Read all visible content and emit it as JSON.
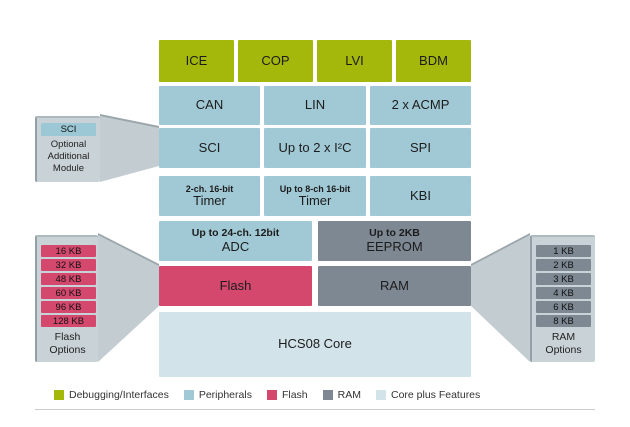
{
  "grid": {
    "row1": [
      "ICE",
      "COP",
      "LVI",
      "BDM"
    ],
    "row2": [
      "CAN",
      "LIN",
      "2 x ACMP"
    ],
    "row3": [
      "SCI",
      "Up to 2 x I²C",
      "SPI"
    ],
    "row4": [
      {
        "top": "2-ch. 16-bit",
        "label": "Timer"
      },
      {
        "top": "Up to 8-ch 16-bit",
        "label": "Timer"
      },
      {
        "label": "KBI"
      }
    ],
    "row5": {
      "adc": {
        "top": "Up to 24-ch. 12bit",
        "label": "ADC"
      },
      "eeprom": {
        "top": "Up to 2KB",
        "label": "EEPROM"
      }
    },
    "row6": {
      "flash": "Flash",
      "ram": "RAM"
    },
    "core": "HCS08 Core"
  },
  "callouts": {
    "sci": {
      "module": "SCI",
      "lines": [
        "Optional",
        "Additional",
        "Module"
      ]
    },
    "flash": {
      "options": [
        "16 KB",
        "32 KB",
        "48 KB",
        "60 KB",
        "96 KB",
        "128 KB"
      ],
      "label": [
        "Flash",
        "Options"
      ]
    },
    "ram": {
      "options": [
        "1 KB",
        "2 KB",
        "3 KB",
        "4 KB",
        "6 KB",
        "8 KB"
      ],
      "label": [
        "RAM",
        "Options"
      ]
    }
  },
  "legend": {
    "items": [
      {
        "label": "Debugging/Interfaces",
        "color": "#a4b70b"
      },
      {
        "label": "Peripherals",
        "color": "#a0c9d5"
      },
      {
        "label": "Flash",
        "color": "#d4486e"
      },
      {
        "label": "RAM",
        "color": "#7d8893"
      },
      {
        "label": "Core plus Features",
        "color": "#d2e4ea"
      }
    ]
  },
  "colors": {
    "debug_green": "#a4b70b",
    "peripheral_blue": "#a0c9d5",
    "flash_pink": "#d4486e",
    "ram_gray": "#7d8893",
    "core_blue": "#d2e4ea",
    "callout_gray": "#c9d2d6",
    "beam_gray": "#c3cdd1"
  }
}
